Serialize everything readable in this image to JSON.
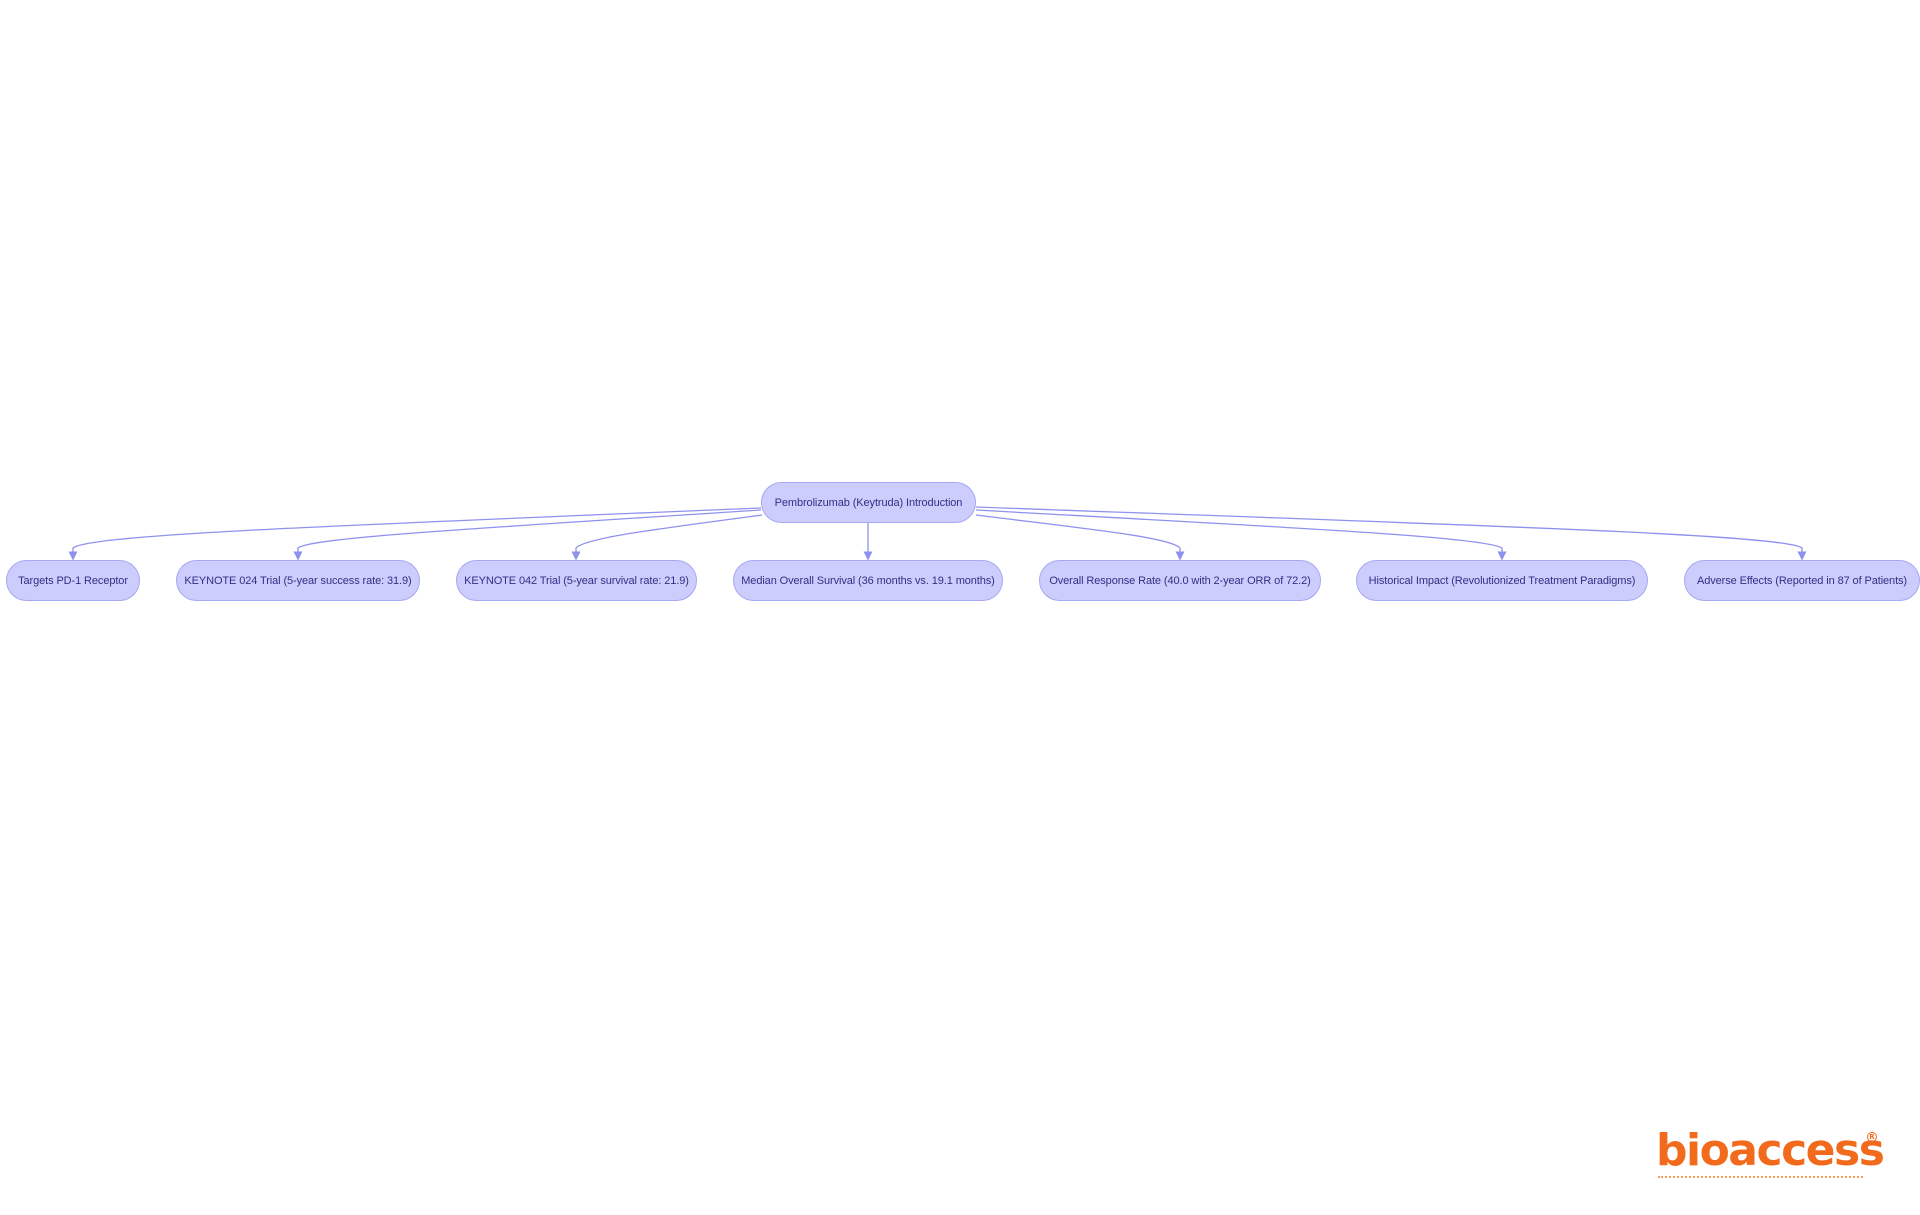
{
  "diagram": {
    "root": {
      "label": "Pembrolizumab (Keytruda) Introduction"
    },
    "children": [
      {
        "label": "Targets PD-1 Receptor"
      },
      {
        "label": "KEYNOTE 024 Trial (5-year success rate: 31.9)"
      },
      {
        "label": "KEYNOTE 042 Trial (5-year survival rate: 21.9)"
      },
      {
        "label": "Median Overall Survival (36 months vs. 19.1 months)"
      },
      {
        "label": "Overall Response Rate (40.0 with 2-year ORR of 72.2)"
      },
      {
        "label": "Historical Impact (Revolutionized Treatment Paradigms)"
      },
      {
        "label": "Adverse Effects (Reported in 87 of Patients)"
      }
    ],
    "colors": {
      "node_fill": "#cccdfc",
      "node_border": "#a6a8f2",
      "node_text": "#303085",
      "edge": "#8f91ee"
    }
  },
  "logo": {
    "wordmark": "bioaccess",
    "registered": "R",
    "color": "#f26b1d"
  }
}
